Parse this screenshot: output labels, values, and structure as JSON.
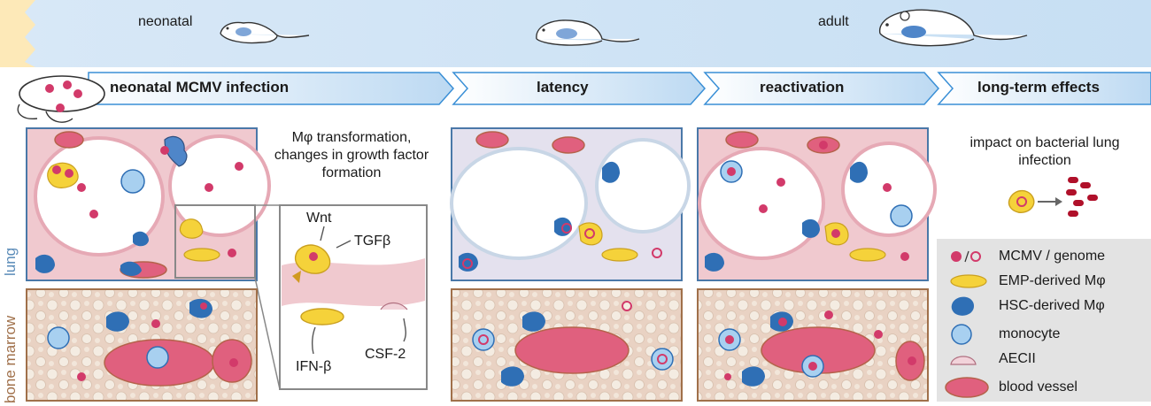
{
  "timeline": {
    "stages": [
      "neonatal",
      "adult"
    ]
  },
  "phases": {
    "infection": "neonatal MCMV infection",
    "latency": "latency",
    "reactivation": "reactivation",
    "long_term": "long-term effects"
  },
  "tissues": {
    "lung": "lung",
    "bone_marrow": "bone marrow"
  },
  "annotations": {
    "transformation": "Mφ transformation, changes in growth factor formation",
    "impact": "impact on bacterial lung infection"
  },
  "factors": {
    "wnt": "Wnt",
    "tgfb": "TGFβ",
    "ifnb": "IFN-β",
    "csf2": "CSF-2"
  },
  "legend": {
    "items": [
      {
        "label": "MCMV / genome",
        "icon": "virus-genome-icon"
      },
      {
        "label": "EMP-derived Mφ",
        "icon": "emp-macrophage-icon"
      },
      {
        "label": "HSC-derived Mφ",
        "icon": "hsc-macrophage-icon"
      },
      {
        "label": "monocyte",
        "icon": "monocyte-icon"
      },
      {
        "label": "AECII",
        "icon": "aecii-icon"
      },
      {
        "label": "blood vessel",
        "icon": "blood-vessel-icon"
      }
    ]
  },
  "colors": {
    "banner_blue": "#cfe3f4",
    "arrow_blue": "#3a8fd6",
    "lung_border": "#4a78a8",
    "bone_border": "#a0704a",
    "virus": "#d23a6a",
    "emp": "#f5d23a",
    "hsc": "#2f6fb5",
    "vessel": "#e0607e"
  }
}
